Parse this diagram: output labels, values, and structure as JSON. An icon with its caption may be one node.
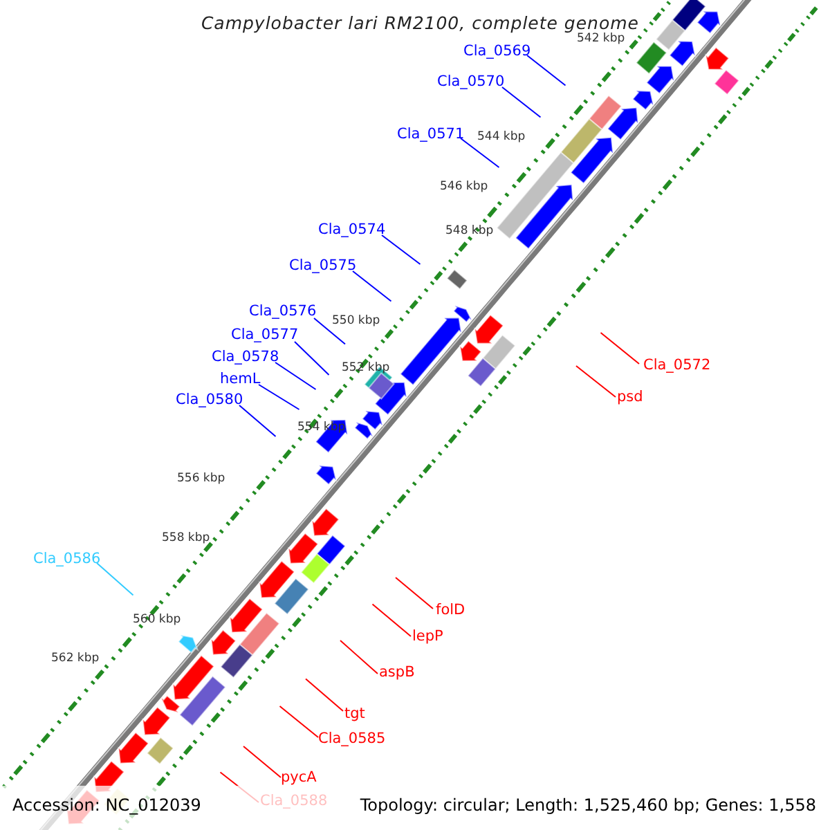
{
  "diagram": {
    "title": "Campylobacter lari RM2100, complete genome",
    "nodes": [
      {
        "text": [
          "Cla_0569"
        ]
      },
      {
        "text": [
          "Cla_0570"
        ]
      },
      {
        "text": [
          "Cla_0571"
        ]
      },
      {
        "text": [
          "Cla_0574"
        ]
      },
      {
        "text": [
          "Cla_0575"
        ]
      },
      {
        "text": [
          "Cla_0576"
        ]
      },
      {
        "text": [
          "Cla_0577"
        ]
      },
      {
        "text": [
          "Cla_0578"
        ]
      },
      {
        "text": [
          "Cla_0572"
        ]
      },
      {
        "text": [
          "hemL"
        ]
      },
      {
        "text": [
          "psd"
        ]
      },
      {
        "text": [
          "Cla_0580"
        ]
      },
      {
        "text": [
          "Cla_0586"
        ]
      },
      {
        "text": [
          "folD"
        ]
      },
      {
        "text": [
          "lepP"
        ]
      },
      {
        "text": [
          "aspB"
        ]
      },
      {
        "text": [
          "tgt"
        ]
      },
      {
        "text": [
          "Cla_0585"
        ]
      },
      {
        "text": [
          "pycA"
        ]
      },
      {
        "text": [
          "Cla_0588"
        ]
      }
    ],
    "edges": [
      {
        "from": 0,
        "to": null,
        "arrow": "none"
      },
      {
        "from": 1,
        "to": null,
        "arrow": "none"
      },
      {
        "from": 2,
        "to": null,
        "arrow": "none"
      },
      {
        "from": 3,
        "to": null,
        "arrow": "none"
      },
      {
        "from": 4,
        "to": null,
        "arrow": "none"
      },
      {
        "from": 5,
        "to": null,
        "arrow": "none"
      },
      {
        "from": 6,
        "to": null,
        "arrow": "none"
      },
      {
        "from": 7,
        "to": null,
        "arrow": "none"
      },
      {
        "from": 8,
        "to": null,
        "arrow": "none",
        "color": "#ff0000"
      },
      {
        "from": 9,
        "to": null,
        "arrow": "none"
      },
      {
        "from": 10,
        "to": null,
        "arrow": "none",
        "color": "#ff0000"
      },
      {
        "from": 11,
        "to": null,
        "arrow": "none"
      },
      {
        "from": 12,
        "to": null,
        "arrow": "none",
        "color": "#33ccff"
      },
      {
        "from": 13,
        "to": null,
        "arrow": "none",
        "color": "#ff0000"
      },
      {
        "from": 14,
        "to": null,
        "arrow": "none",
        "color": "#ff0000"
      },
      {
        "from": 15,
        "to": null,
        "arrow": "none",
        "color": "#ff0000"
      },
      {
        "from": 16,
        "to": null,
        "arrow": "none",
        "color": "#ff0000"
      },
      {
        "from": 17,
        "to": null,
        "arrow": "none",
        "color": "#ff0000"
      },
      {
        "from": 18,
        "to": null,
        "arrow": "none",
        "color": "#ff0000"
      },
      {
        "from": 19,
        "to": null,
        "arrow": "none",
        "color": "#ff0000"
      }
    ],
    "labels": [
      "542 kbp",
      "544 kbp",
      "546 kbp",
      "548 kbp",
      "550 kbp",
      "552 kbp",
      "554 kbp",
      "556 kbp",
      "558 kbp",
      "560 kbp",
      "562 kbp",
      "Accession: NC_012039",
      "Topology: circular; Length: 1,525,460 bp; Genes: 1,558"
    ]
  }
}
